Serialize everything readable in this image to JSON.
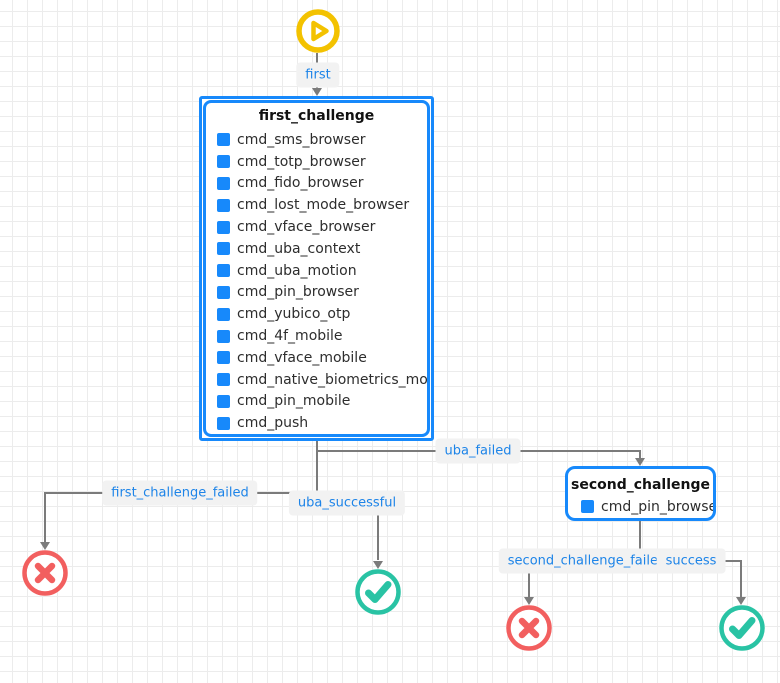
{
  "diagram": {
    "start": {
      "icon": "play-icon"
    },
    "nodes": {
      "first_challenge": {
        "title": "first_challenge",
        "selected": true,
        "items": [
          "cmd_sms_browser",
          "cmd_totp_browser",
          "cmd_fido_browser",
          "cmd_lost_mode_browser",
          "cmd_vface_browser",
          "cmd_uba_context",
          "cmd_uba_motion",
          "cmd_pin_browser",
          "cmd_yubico_otp",
          "cmd_4f_mobile",
          "cmd_vface_mobile",
          "cmd_native_biometrics_mobile",
          "cmd_pin_mobile",
          "cmd_push"
        ]
      },
      "second_challenge": {
        "title": "second_challenge",
        "selected": false,
        "items": [
          "cmd_pin_browser"
        ]
      }
    },
    "edge_labels": {
      "first": "first",
      "uba_failed": "uba_failed",
      "first_challenge_failed": "first_challenge_failed",
      "uba_successful": "uba_successful",
      "second_challenge_failed": "second_challenge_failed",
      "success": "success"
    },
    "terminals": {
      "failure_icon": "cross-circle-icon",
      "success_icon": "check-circle-icon"
    },
    "colors": {
      "node_border_blue": "#1789fb",
      "item_square_blue": "#1789fb",
      "edge_label_text": "#1d84e8",
      "edge_label_bg": "#f2f2f2",
      "edge_gray": "#7b7b7b",
      "failure_red": "#f25f5f",
      "success_teal": "#29c3a4",
      "start_yellow": "#f3c200",
      "grid_line": "#ececec",
      "canvas_bg": "#ffffff"
    }
  }
}
